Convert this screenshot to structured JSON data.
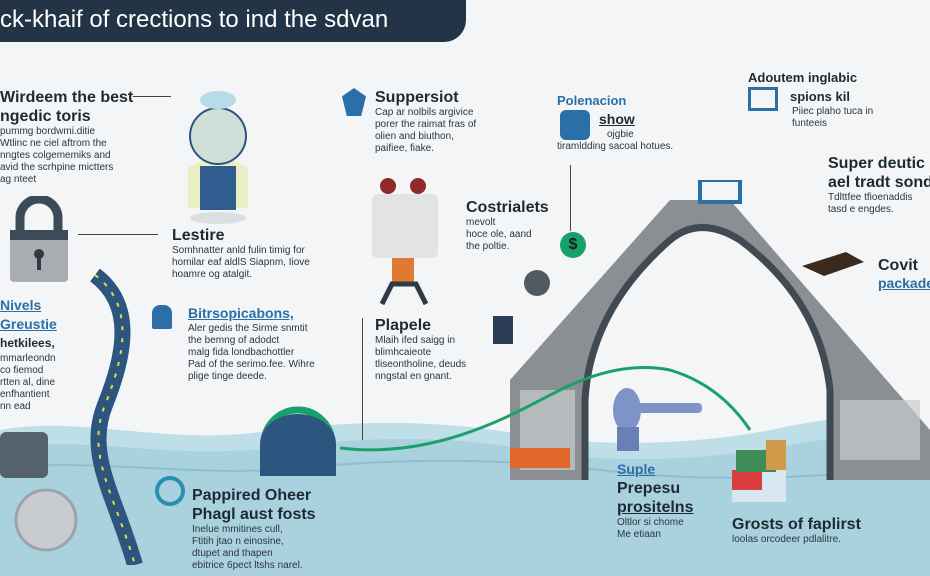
{
  "title": "ck-khaif of crections to ind the sdvan",
  "colors": {
    "navy": "#233447",
    "water": "#a9d2de",
    "accent_green": "#1aa06a",
    "accent_blue": "#2a6fa8",
    "gray": "#8b8f93"
  },
  "blocks": {
    "wirdeem": {
      "title1": "Wirdeem the best",
      "title2": "ngedic toris",
      "text": [
        "pummg bordwmi.ditie",
        "Wtlinc ne ciel aftrom the",
        "nngtes colgememiks and",
        "avid the scrhpine mictters",
        "ag nteet"
      ]
    },
    "lestire": {
      "title": "Lestire",
      "text": [
        "Somhnatter anld fulin timig for",
        "homilar eaf aldlS Siapnm, Iiove",
        "hoamre og atalgit."
      ]
    },
    "nivels": {
      "title1": "Nivels",
      "title2": "Greustie",
      "title3": "hetkilees,",
      "text": [
        "mmarleondn",
        "co fiemod",
        "rtten al, dine",
        "enfhantient",
        "nn ead"
      ]
    },
    "bitreop": {
      "title": "Bitrsopicabons,",
      "text": [
        "Aler gedis the Sirme snmtit",
        "the bemng of adodct",
        "malg fida londbachottler",
        "Pad of the serimo.fee. Wihre",
        "plige tinge deede."
      ]
    },
    "suppersiot": {
      "title": "Suppersiot",
      "text": [
        "Cap ar nolbils argivice",
        "porer the raimat fras of",
        "olien and biuthon,",
        "paifiee, fiake."
      ]
    },
    "costrialets": {
      "title": "Costrialets",
      "text": [
        "mevolt",
        "hoce ole, aand",
        "the poltie."
      ]
    },
    "plapele": {
      "title": "Plapele",
      "text": [
        "Mlaih ifed saigg in",
        "blimhcaieote",
        "tliseontholine, deuds",
        "nngstal en gnant."
      ]
    },
    "polenaction": {
      "title": "Polenacion",
      "subtitle": "show",
      "text": [
        "ojgbie",
        "tiramldding sacoal hotues."
      ]
    },
    "adoutem": {
      "title1": "Adoutem inglabic",
      "title2": "spions kil",
      "text": [
        "Piiec plaho tuca in",
        "funteeis"
      ]
    },
    "superdeutic": {
      "title1": "Super deutic",
      "title2": "ael tradt sonda",
      "text": [
        "Tdlttfee tfioenaddis",
        "tasd e engdes."
      ]
    },
    "covit": {
      "title": "Covit",
      "link": "packade"
    },
    "pappired": {
      "title1": "Pappired Oheer",
      "title2": "Phagl aust fosts",
      "text": [
        "Inelue mmitines cull,",
        "Ftitih jtao n einosine,",
        "dtupet and thapen",
        "ebitrice 6pect ltshs narel."
      ]
    },
    "suple": {
      "label": "Suple",
      "title1": "Prepesu",
      "title2": "prositelns",
      "text": [
        "Oltlor si chome",
        "Me etiaan"
      ]
    },
    "grosts": {
      "title": "Grosts of faplirst",
      "text": "loolas orcodeer pdlalitre."
    }
  },
  "icons": {
    "dollar": "$"
  }
}
